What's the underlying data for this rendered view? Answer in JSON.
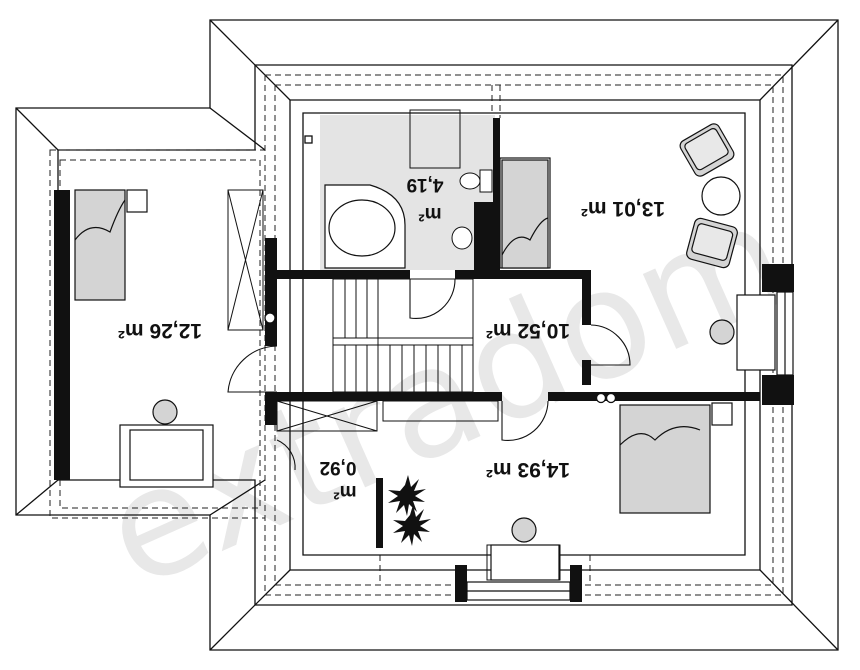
{
  "plan": {
    "watermark": "extradom",
    "rooms": [
      {
        "id": "bedroom-left",
        "area": "12,26 m²"
      },
      {
        "id": "bathroom",
        "area_value": "4,19",
        "area_unit": "m²"
      },
      {
        "id": "bedroom-top-right",
        "area": "13,01 m²"
      },
      {
        "id": "hall",
        "area": "10,52 m²"
      },
      {
        "id": "bedroom-bottom",
        "area": "14,93 m²"
      },
      {
        "id": "closet",
        "area_value": "0,92",
        "area_unit": "m²"
      }
    ]
  }
}
